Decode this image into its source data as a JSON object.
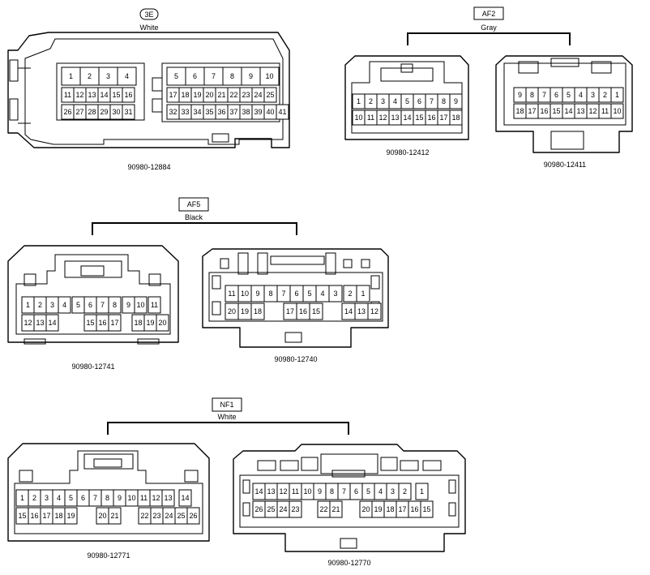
{
  "groups": {
    "g3e": {
      "code": "3E",
      "color": "White"
    },
    "af2": {
      "code": "AF2",
      "color": "Gray"
    },
    "af5": {
      "code": "AF5",
      "color": "Black"
    },
    "nf1": {
      "code": "NF1",
      "color": "White"
    }
  },
  "parts": {
    "p12884": "90980-12884",
    "p12412": "90980-12412",
    "p12411": "90980-12411",
    "p12741": "90980-12741",
    "p12740": "90980-12740",
    "p12771": "90980-12771",
    "p12770": "90980-12770"
  },
  "pins": {
    "c12884_r1a": [
      "1",
      "2",
      "3",
      "4"
    ],
    "c12884_r2a": [
      "11",
      "12",
      "13",
      "14",
      "15",
      "16"
    ],
    "c12884_r3a": [
      "26",
      "27",
      "28",
      "29",
      "30",
      "31"
    ],
    "c12884_r1b": [
      "5",
      "6",
      "7",
      "8",
      "9",
      "10"
    ],
    "c12884_r2b": [
      "17",
      "18",
      "19",
      "20",
      "21",
      "22",
      "23",
      "24",
      "25"
    ],
    "c12884_r3b": [
      "32",
      "33",
      "34",
      "35",
      "36",
      "37",
      "38",
      "39",
      "40",
      "41"
    ],
    "c12412_r1": [
      "1",
      "2",
      "3",
      "4",
      "5",
      "6",
      "7",
      "8",
      "9"
    ],
    "c12412_r2": [
      "10",
      "11",
      "12",
      "13",
      "14",
      "15",
      "16",
      "17",
      "18"
    ],
    "c12411_r1": [
      "9",
      "8",
      "7",
      "6",
      "5",
      "4",
      "3",
      "2",
      "1"
    ],
    "c12411_r2": [
      "18",
      "17",
      "16",
      "15",
      "14",
      "13",
      "12",
      "11",
      "10"
    ],
    "c12741_r1": [
      "1",
      "2",
      "3",
      "4",
      "5",
      "6",
      "7",
      "8",
      "9",
      "10",
      "11"
    ],
    "c12741_r2": [
      "12",
      "13",
      "14",
      "15",
      "16",
      "17",
      "18",
      "19",
      "20"
    ],
    "c12740_r1": [
      "11",
      "10",
      "9",
      "8",
      "7",
      "6",
      "5",
      "4",
      "3",
      "2",
      "1"
    ],
    "c12740_r2": [
      "20",
      "19",
      "18",
      "17",
      "16",
      "15",
      "14",
      "13",
      "12"
    ],
    "c12771_r1": [
      "1",
      "2",
      "3",
      "4",
      "5",
      "6",
      "7",
      "8",
      "9",
      "10",
      "11",
      "12",
      "13",
      "14"
    ],
    "c12771_r2": [
      "15",
      "16",
      "17",
      "18",
      "19",
      "20",
      "21",
      "22",
      "23",
      "24",
      "25",
      "26"
    ],
    "c12770_r1": [
      "14",
      "13",
      "12",
      "11",
      "10",
      "9",
      "8",
      "7",
      "6",
      "5",
      "4",
      "3",
      "2",
      "1"
    ],
    "c12770_r2": [
      "26",
      "25",
      "24",
      "23",
      "22",
      "21",
      "20",
      "19",
      "18",
      "17",
      "16",
      "15"
    ]
  }
}
